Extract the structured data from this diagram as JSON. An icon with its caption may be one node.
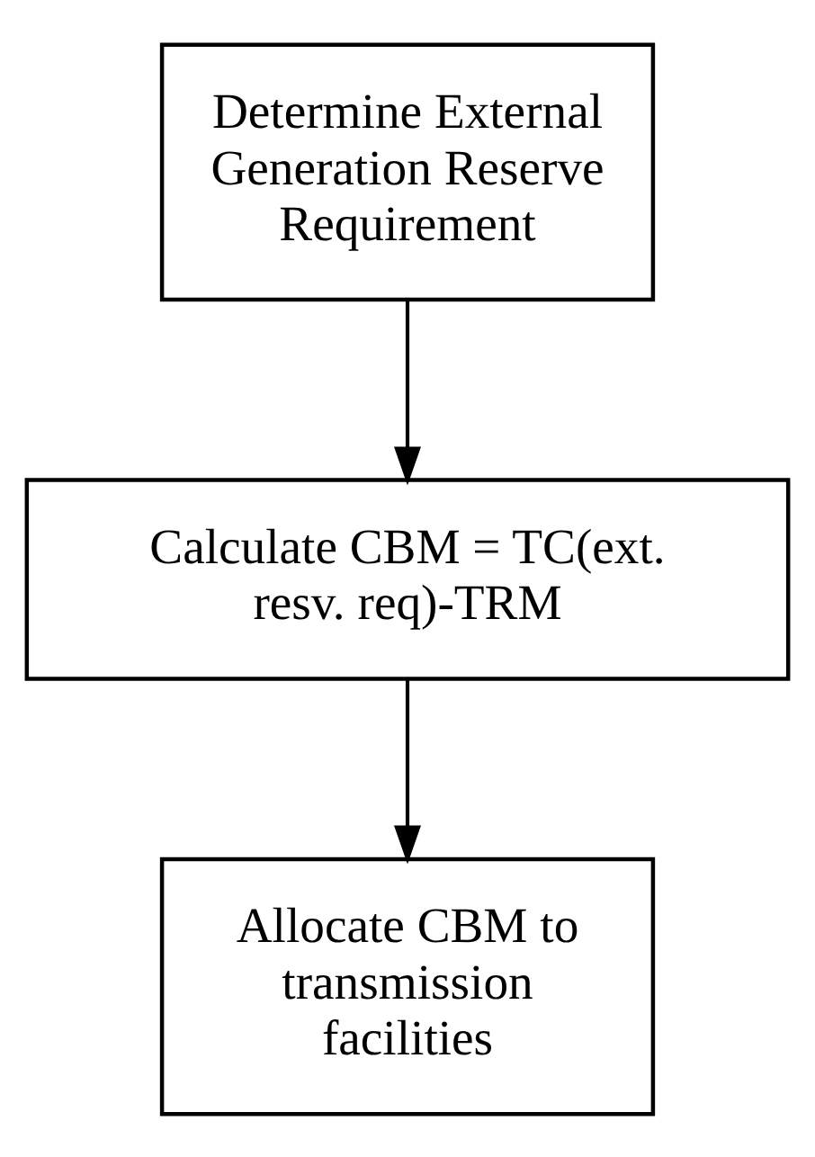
{
  "diagram": {
    "nodes": [
      {
        "text": [
          "Determine External Generation Reserve Requirement"
        ]
      },
      {
        "text": [
          "Calculate CBM = TC(ext. resv. req)-TRM"
        ]
      },
      {
        "text": [
          "Allocate CBM to transmission facilities"
        ]
      }
    ],
    "edges": [
      {
        "from": 0,
        "to": 1,
        "arrow": "to"
      },
      {
        "from": 1,
        "to": 2,
        "arrow": "to"
      }
    ]
  }
}
